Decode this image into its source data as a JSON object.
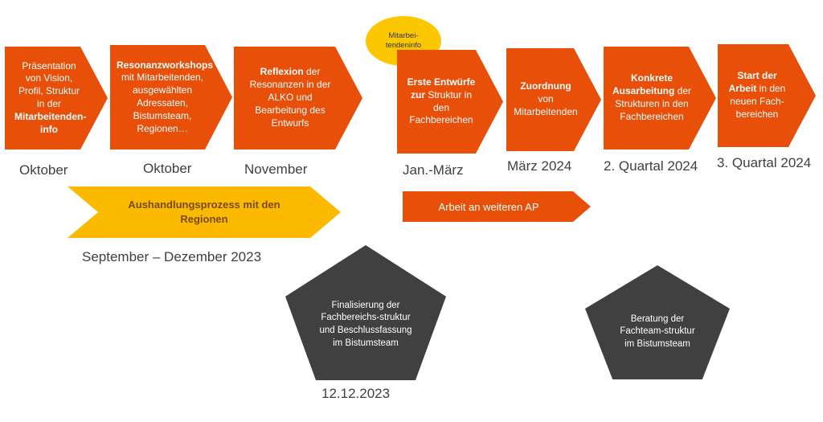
{
  "steps": [
    {
      "pre": "Präsentation von Vision, Profil, Struktur in der ",
      "bold": "Mitarbeitenden-info",
      "post": "",
      "date": "Oktober"
    },
    {
      "pre": "",
      "bold": "Resonanzworkshops",
      "post": " mit Mitarbeitenden, ausgewählten Adressaten, Bistumsteam, Regionen…",
      "date": "Oktober"
    },
    {
      "pre": "",
      "bold": "Reflexion",
      "post": " der Resonanzen in der ALKO und Bearbeitung des Entwurfs",
      "date": "November"
    },
    {
      "pre": "",
      "bold": "Erste Entwürfe zur",
      "post": " Struktur in den Fachbereichen",
      "date": "Jan.-März"
    },
    {
      "pre": "",
      "bold": "Zuordnung",
      "post": " von Mitarbeitenden",
      "date": "März 2024"
    },
    {
      "pre": "",
      "bold": "Konkrete Ausarbeitung",
      "post": " der Strukturen in den Fachbereichen",
      "date": "2. Quartal 2024"
    },
    {
      "pre": "",
      "bold": "Start der Arbeit",
      "post": " in den neuen Fach-bereichen",
      "date": "3. Quartal 2024"
    }
  ],
  "negotiation": {
    "label": "Aushandlungsprozess mit den Regionen",
    "date": "September – Dezember 2023"
  },
  "further_work": {
    "label": "Arbeit an weiteren AP"
  },
  "staff_info": {
    "label": "Mitarbei-tendeninfo"
  },
  "finalization": {
    "label": "Finalisierung der Fachbereichs-struktur und Beschlussfassung im Bistumsteam",
    "date": "12.12.2023"
  },
  "consultation": {
    "label": "Beratung der Fachteam-struktur im Bistumsteam"
  },
  "colors": {
    "orange": "#e8500a",
    "yellow": "#fbb900",
    "dark": "#404040",
    "ellipse": "#fbc800"
  }
}
